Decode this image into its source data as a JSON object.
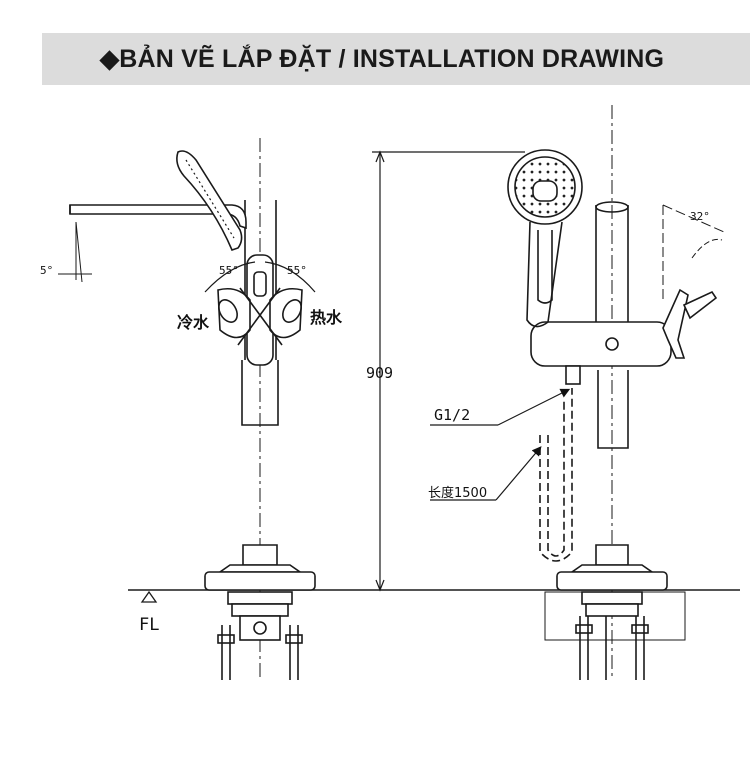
{
  "header": {
    "title": "◆BẢN VẼ LẮP ĐẶT / INSTALLATION DRAWING"
  },
  "drawing": {
    "left_view": {
      "angle_left": "55°",
      "angle_right": "55°",
      "spout_angle": "5°",
      "cold_label": "冷水",
      "hot_label": "热水",
      "floor_label": "FL"
    },
    "right_view": {
      "height_dimension": "909",
      "thread_label": "G1/2",
      "hose_label": "长度1500",
      "handle_angle": "32°"
    }
  },
  "colors": {
    "line": "#1a1a1a",
    "banner_bg": "#dcdcdc",
    "floor_fill": "#c8c8c8"
  }
}
